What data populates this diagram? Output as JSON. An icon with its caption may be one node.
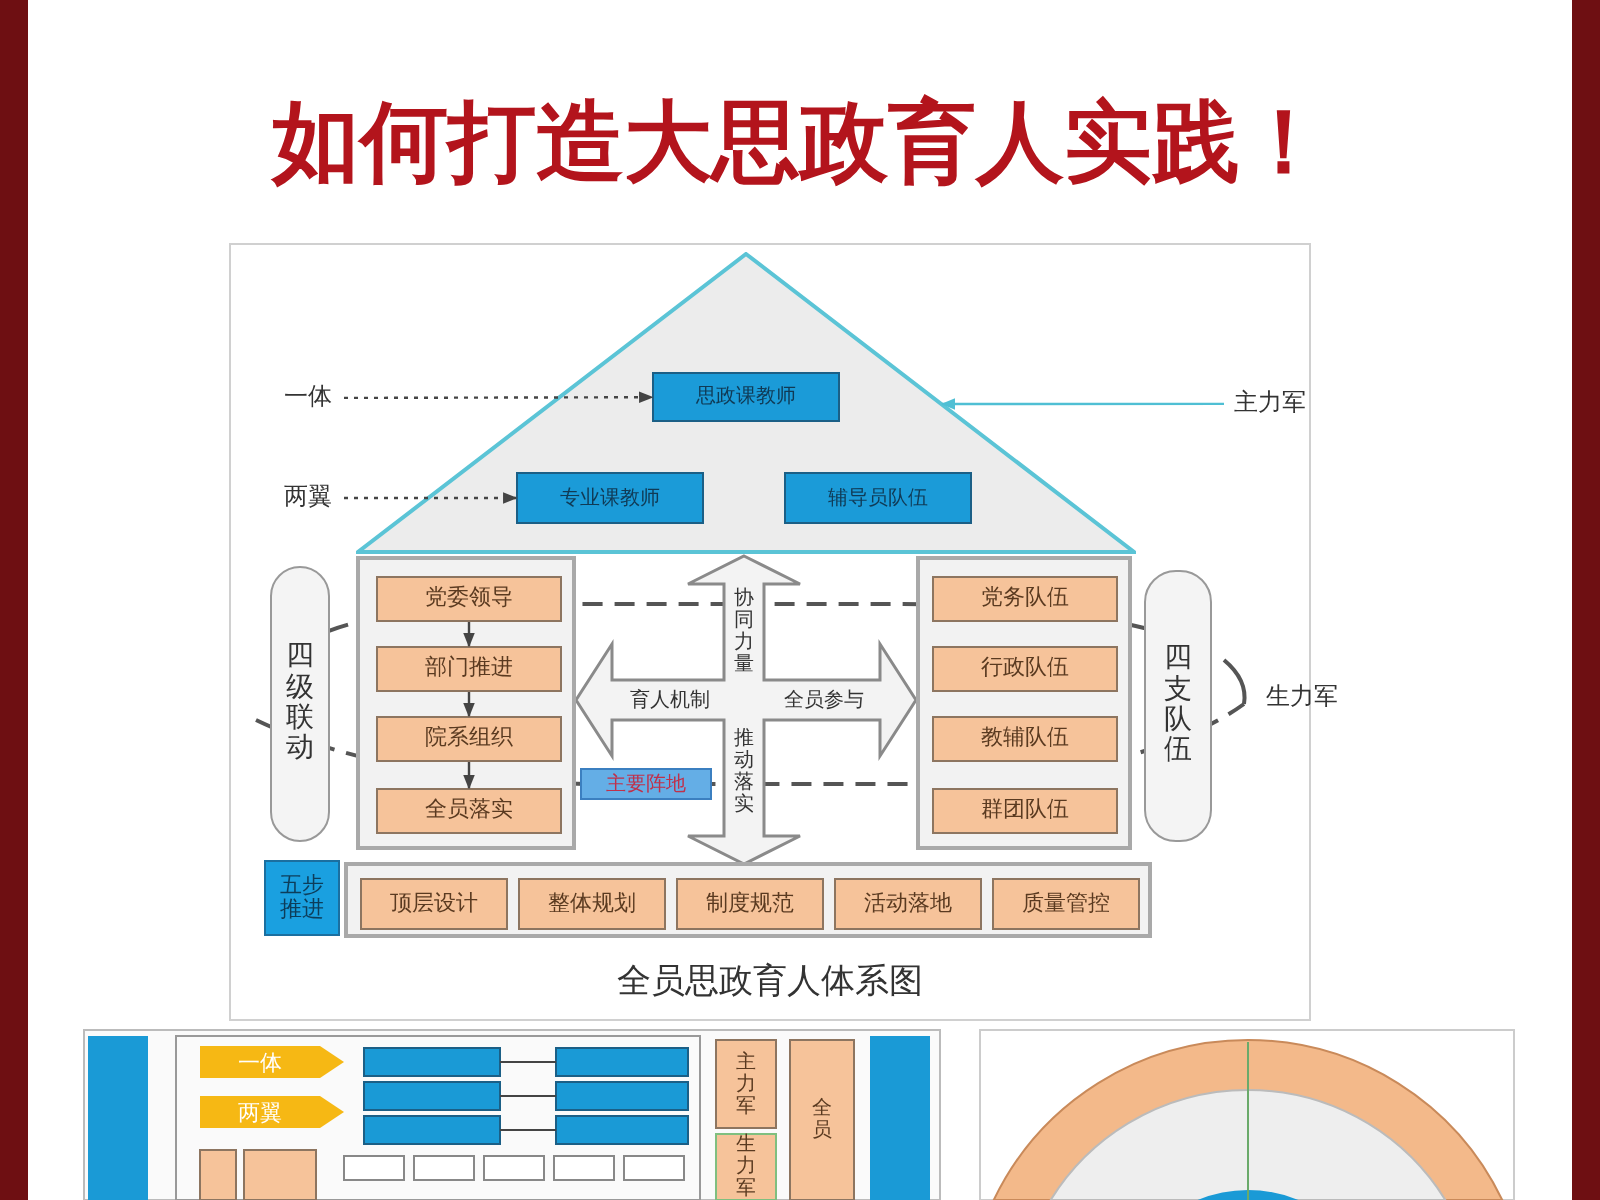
{
  "diagram": {
    "title": "如何打造大思政育人实践！",
    "caption": "全员思政育人体系图",
    "nodes": [
      {
        "text": [
          "一体"
        ]
      },
      {
        "text": [],
        "shape": "triangle"
      },
      {
        "text": [
          "思政课教师"
        ],
        "in": 1
      },
      {
        "text": [
          "主力军"
        ]
      },
      {
        "text": [
          "两翼"
        ]
      },
      {
        "text": [
          "专业课教师"
        ],
        "in": 1
      },
      {
        "text": [
          "辅导员队伍"
        ],
        "in": 1
      },
      {
        "text": [
          "四级联动"
        ]
      },
      {
        "text": [],
        "shape": "box"
      },
      {
        "text": [
          "党委领导"
        ],
        "in": 8
      },
      {
        "text": [
          "部门推进"
        ],
        "in": 8
      },
      {
        "text": [
          "院系组织"
        ],
        "in": 8
      },
      {
        "text": [
          "全员落实"
        ],
        "in": 8
      },
      {
        "text": [],
        "shape": "box"
      },
      {
        "text": [
          "党务队伍"
        ],
        "in": 13
      },
      {
        "text": [
          "行政队伍"
        ],
        "in": 13
      },
      {
        "text": [
          "教辅队伍"
        ],
        "in": 13
      },
      {
        "text": [
          "群团队伍"
        ],
        "in": 13
      },
      {
        "text": [
          "四支队伍"
        ]
      },
      {
        "text": [
          "生力军"
        ]
      },
      {
        "text": [
          "五步推进"
        ]
      },
      {
        "text": [],
        "shape": "box"
      },
      {
        "text": [
          "顶层设计"
        ],
        "in": 21
      },
      {
        "text": [
          "整体规划"
        ],
        "in": 21
      },
      {
        "text": [
          "制度规范"
        ],
        "in": 21
      },
      {
        "text": [
          "活动落地"
        ],
        "in": 21
      },
      {
        "text": [
          "质量管控"
        ],
        "in": 21
      },
      {
        "text": [
          "主要阵地"
        ]
      }
    ],
    "edges": [
      {
        "from": 0,
        "to": 2,
        "arrow": "to",
        "style": "dashed"
      },
      {
        "from": 4,
        "to": 5,
        "arrow": "to",
        "style": "dashed"
      },
      {
        "from": 3,
        "to": 1,
        "arrow": "to",
        "color": "#4fbfd4"
      },
      {
        "from": 9,
        "to": 10,
        "arrow": "to"
      },
      {
        "from": 10,
        "to": 11,
        "arrow": "to"
      },
      {
        "from": 11,
        "to": 12,
        "arrow": "to"
      }
    ],
    "labels": [
      "协同力量",
      "育人机制",
      "全员参与",
      "推动落实",
      "一体",
      "两翼",
      "主力军",
      "生力军",
      "全员"
    ]
  }
}
